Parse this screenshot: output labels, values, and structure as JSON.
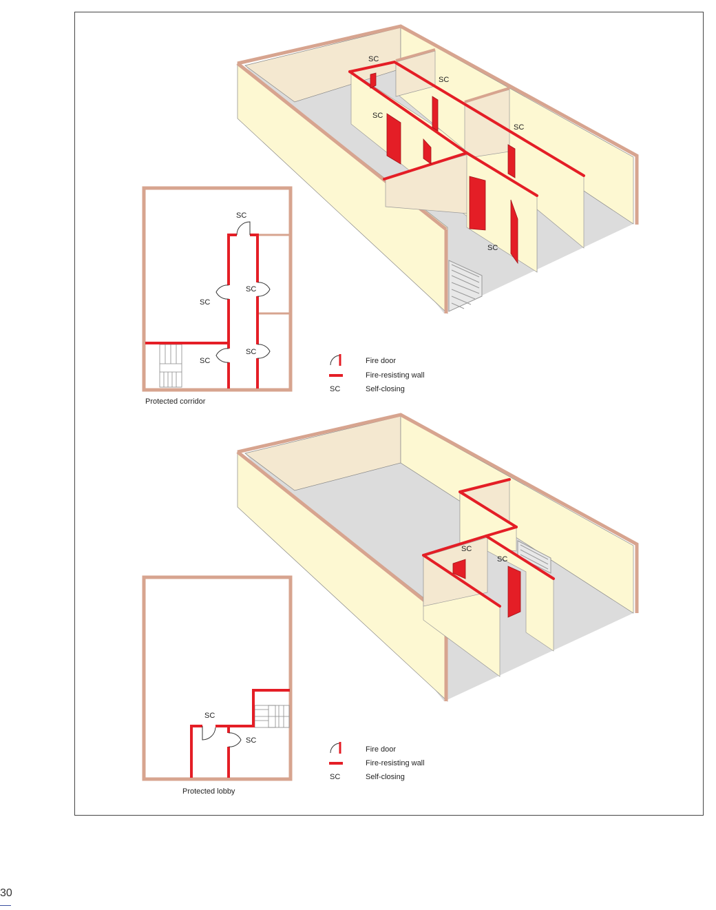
{
  "colors": {
    "wall_face": "#fdf8d2",
    "wall_back": "#f4e8d0",
    "wall_top": "#d7a48f",
    "floor": "#dcdcdc",
    "fire_red": "#e41e26",
    "fire_door": "#e41e26",
    "outline": "#666666",
    "plan_wall": "#d7a48f"
  },
  "top_figure": {
    "labels": [
      "SC",
      "SC",
      "SC",
      "SC",
      "SC"
    ],
    "plan": {
      "caption": "Protected corridor",
      "labels": [
        "SC",
        "SC",
        "SC",
        "SC",
        "SC"
      ]
    },
    "legend": {
      "fire_door": "Fire door",
      "fire_wall": "Fire-resisting wall",
      "sc_key": "SC",
      "sc_text": "Self-closing"
    }
  },
  "bottom_figure": {
    "labels": [
      "SC",
      "SC"
    ],
    "plan": {
      "caption": "Protected lobby",
      "labels": [
        "SC",
        "SC"
      ]
    },
    "legend": {
      "fire_door": "Fire door",
      "fire_wall": "Fire-resisting wall",
      "sc_key": "SC",
      "sc_text": "Self-closing"
    }
  },
  "page_number": "30"
}
